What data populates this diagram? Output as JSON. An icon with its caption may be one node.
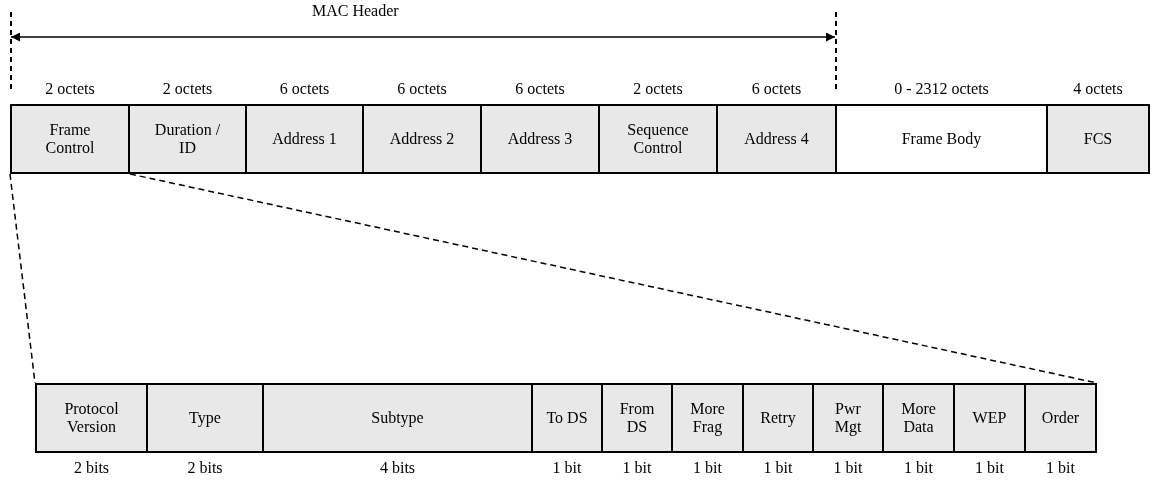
{
  "diagram": {
    "nodes": [
      {
        "text": [
          "Frame Control"
        ],
        "beside": [
          "2 octets"
        ]
      },
      {
        "text": [
          "Duration / ID"
        ],
        "beside": [
          "2 octets"
        ]
      },
      {
        "text": [
          "Address 1"
        ],
        "beside": [
          "6 octets"
        ]
      },
      {
        "text": [
          "Address 2"
        ],
        "beside": [
          "6 octets"
        ]
      },
      {
        "text": [
          "Address 3"
        ],
        "beside": [
          "6 octets"
        ]
      },
      {
        "text": [
          "Sequence Control"
        ],
        "beside": [
          "2 octets"
        ]
      },
      {
        "text": [
          "Address 4"
        ],
        "beside": [
          "6 octets"
        ]
      },
      {
        "text": [
          "Frame Body"
        ],
        "beside": [
          "0 - 2312 octets"
        ]
      },
      {
        "text": [
          "FCS"
        ],
        "beside": [
          "4 octets"
        ]
      },
      {
        "text": [
          "Protocol Version"
        ],
        "beside": [
          "2 bits"
        ]
      },
      {
        "text": [
          "Type"
        ],
        "beside": [
          "2 bits"
        ]
      },
      {
        "text": [
          "Subtype"
        ],
        "beside": [
          "4 bits"
        ]
      },
      {
        "text": [
          "To DS"
        ],
        "beside": [
          "1 bit"
        ]
      },
      {
        "text": [
          "From DS"
        ],
        "beside": [
          "1 bit"
        ]
      },
      {
        "text": [
          "More Frag"
        ],
        "beside": [
          "1 bit"
        ]
      },
      {
        "text": [
          "Retry"
        ],
        "beside": [
          "1 bit"
        ]
      },
      {
        "text": [
          "Pwr Mgt"
        ],
        "beside": [
          "1 bit"
        ]
      },
      {
        "text": [
          "More Data"
        ],
        "beside": [
          "1 bit"
        ]
      },
      {
        "text": [
          "WEP"
        ],
        "beside": [
          "1 bit"
        ]
      },
      {
        "text": [
          "Order"
        ],
        "beside": [
          "1 bit"
        ]
      }
    ],
    "edges": [
      {
        "from": 0,
        "to": 9,
        "arrow": "none",
        "style": "dashed"
      },
      {
        "from": 0,
        "to": 19,
        "arrow": "none",
        "style": "dashed"
      }
    ],
    "labels": [
      "MAC Header"
    ]
  }
}
